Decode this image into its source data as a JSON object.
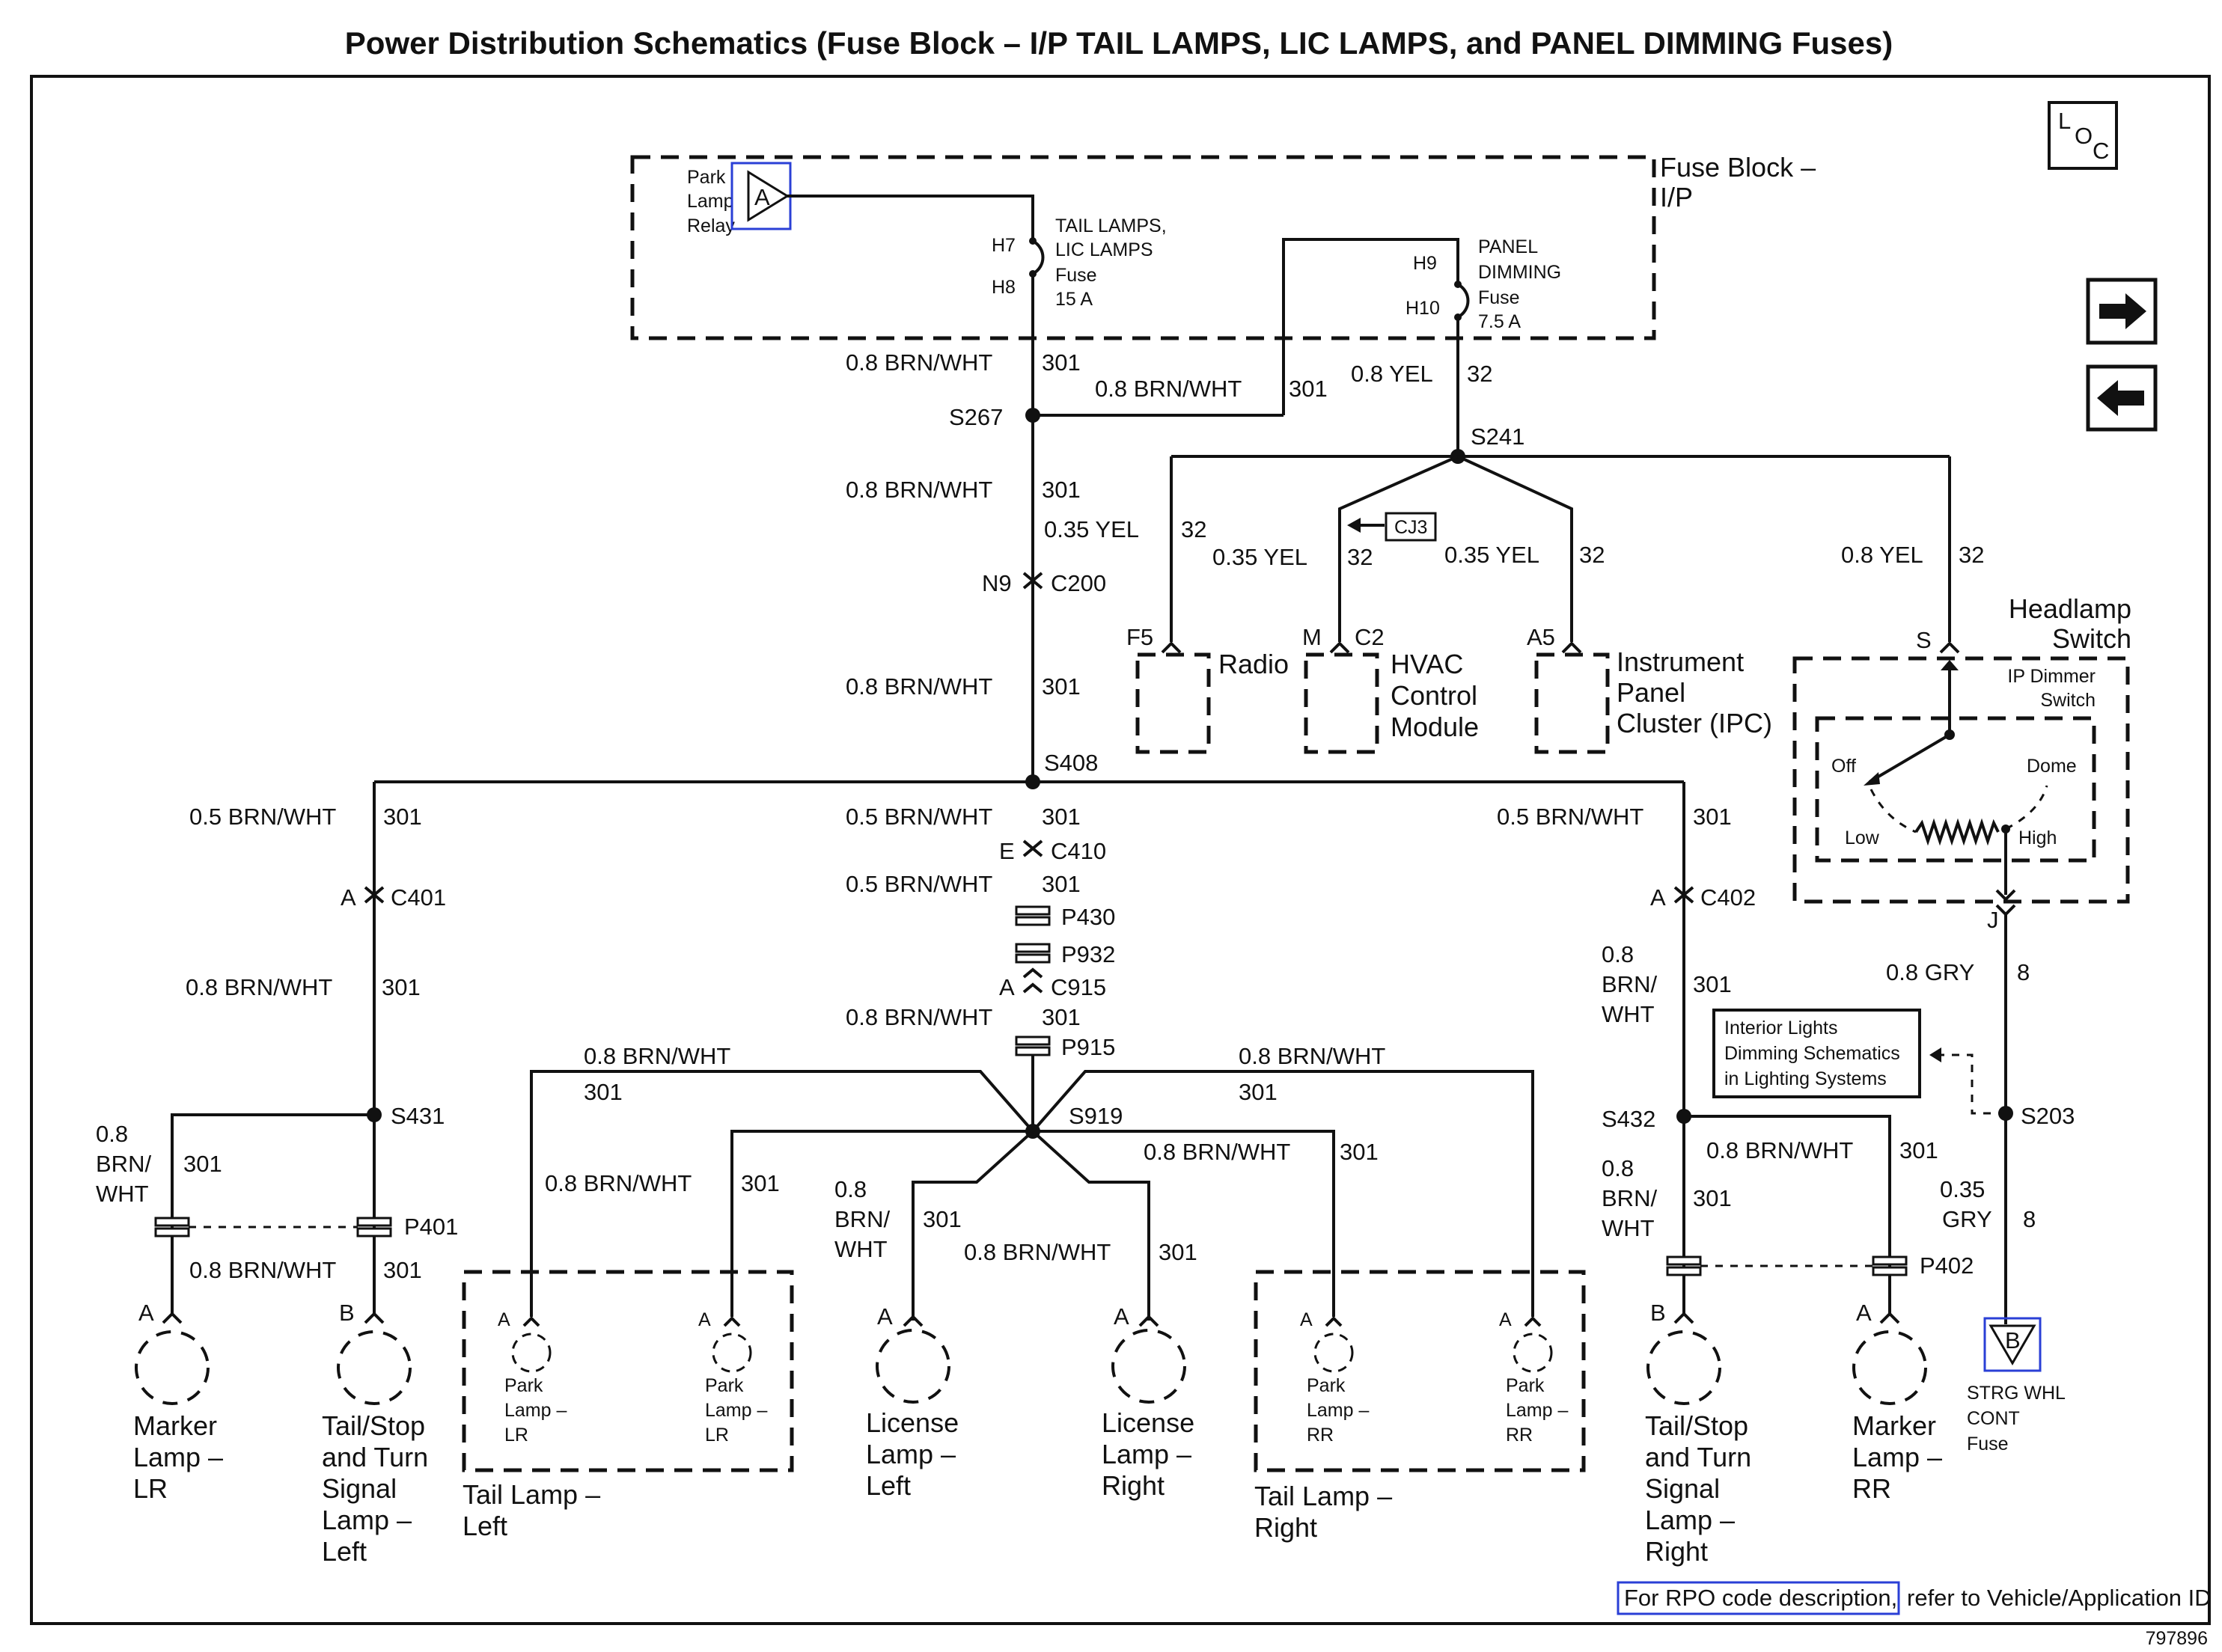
{
  "title": "Power Distribution Schematics (Fuse Block – I/P TAIL LAMPS, LIC LAMPS, and PANEL DIMMING Fuses)",
  "doc_number": "797896",
  "footer": {
    "link_text": "For RPO code description,",
    "rest_text": "refer to Vehicle/Application ID"
  },
  "nav": {
    "loc_icon": "loc-icon",
    "next_icon": "arrow-right-icon",
    "prev_icon": "arrow-left-icon"
  },
  "fuse_block": {
    "name_line1": "Fuse Block –",
    "name_line2": "I/P",
    "relay": {
      "label_line1": "Park",
      "label_line2": "Lamp",
      "label_line3": "Relay",
      "symbol": "A"
    },
    "tail_fuse": {
      "in_pin": "H7",
      "out_pin": "H8",
      "line1": "TAIL LAMPS,",
      "line2": "LIC LAMPS",
      "line3": "Fuse",
      "line4": "15 A"
    },
    "panel_fuse": {
      "in_pin": "H9",
      "out_pin": "H10",
      "line1": "PANEL",
      "line2": "DIMMING",
      "line3": "Fuse",
      "line4": "7.5 A"
    }
  },
  "wires": {
    "w_fuse_out": "0.8 BRN/WHT",
    "w_fuse_out_c": "301",
    "w_to_panel": "0.8 BRN/WHT",
    "w_to_panel_c": "301",
    "w_yel": "0.8 YEL",
    "w_yel_c": "32",
    "w_s267_down": "0.8 BRN/WHT",
    "w_s267_down_c": "301",
    "w_035yel": "0.35 YEL",
    "w_035yel_c": "32",
    "w_hvac": "0.35 YEL",
    "w_hvac_c": "32",
    "w_ipc": "0.35 YEL",
    "w_ipc_c": "32",
    "w_hl": "0.8 YEL",
    "w_hl_c": "32",
    "w_c200_down": "0.8 BRN/WHT",
    "w_c200_down_c": "301",
    "w_left": "0.5 BRN/WHT",
    "w_left_c": "301",
    "w_center": "0.5 BRN/WHT",
    "w_center_c": "301",
    "w_right": "0.5 BRN/WHT",
    "w_right_c": "301",
    "w_c410_down": "0.5 BRN/WHT",
    "w_c410_down_c": "301",
    "w_c915_down": "0.8 BRN/WHT",
    "w_c915_down_c": "301",
    "w_c401_down": "0.8 BRN/WHT",
    "w_c401_down_c": "301",
    "w_lr_marker_1": "0.8",
    "w_lr_marker_2": "BRN/",
    "w_lr_marker_3": "WHT",
    "w_lr_marker_c": "301",
    "w_p401_down": "0.8 BRN/WHT",
    "w_p401_down_c": "301",
    "w_tl_left_outer": "0.8 BRN/WHT",
    "w_tl_left_outer_c": "301",
    "w_tl_left_inner": "0.8 BRN/WHT",
    "w_tl_left_inner_c": "301",
    "w_lic_left_1": "0.8",
    "w_lic_left_2": "BRN/",
    "w_lic_left_3": "WHT",
    "w_lic_left_c": "301",
    "w_lic_right": "0.8 BRN/WHT",
    "w_lic_right_c": "301",
    "w_tl_right_inner": "0.8 BRN/WHT",
    "w_tl_right_inner_c": "301",
    "w_tl_right_outer": "0.8 BRN/WHT",
    "w_tl_right_outer_c": "301",
    "w_c402_1": "0.8",
    "w_c402_2": "BRN/",
    "w_c402_3": "WHT",
    "w_c402_c": "301",
    "w_s432_right": "0.8 BRN/WHT",
    "w_s432_right_c": "301",
    "w_s432_down_1": "0.8",
    "w_s432_down_2": "BRN/",
    "w_s432_down_3": "WHT",
    "w_s432_down_c": "301",
    "w_gry": "0.8 GRY",
    "w_gry_c": "8",
    "w_gry2_1": "0.35",
    "w_gry2_2": "GRY",
    "w_gry2_c": "8"
  },
  "splices": {
    "s267": "S267",
    "s241": "S241",
    "s408": "S408",
    "s431": "S431",
    "s919": "S919",
    "s432": "S432",
    "s203": "S203"
  },
  "connectors": {
    "c200_pin": "N9",
    "c200": "C200",
    "c410_pin": "E",
    "c410": "C410",
    "p430": "P430",
    "p932": "P932",
    "c915_pin": "A",
    "c915": "C915",
    "p915": "P915",
    "c401_pin": "A",
    "c401": "C401",
    "p401": "P401",
    "c402_pin": "A",
    "c402": "C402",
    "p402": "P402",
    "radio_pin": "F5",
    "hvac_pin": "M",
    "hvac_conn": "C2",
    "ipc_pin": "A5",
    "hl_pin_s": "S",
    "hl_pin_j": "J",
    "cj3": "CJ3"
  },
  "modules": {
    "radio": "Radio",
    "hvac_1": "HVAC",
    "hvac_2": "Control",
    "hvac_3": "Module",
    "ipc_1": "Instrument",
    "ipc_2": "Panel",
    "ipc_3": "Cluster (IPC)"
  },
  "headlamp": {
    "title_1": "Headlamp",
    "title_2": "Switch",
    "sub_1": "IP Dimmer",
    "sub_2": "Switch",
    "off": "Off",
    "dome": "Dome",
    "low": "Low",
    "high": "High"
  },
  "ref_box": {
    "line1": "Interior Lights",
    "line2": "Dimming Schematics",
    "line3": "in Lighting Systems"
  },
  "lamps": {
    "marker_lr": {
      "pin": "A",
      "l1": "Marker",
      "l2": "Lamp –",
      "l3": "LR"
    },
    "tailstop_left": {
      "pin": "B",
      "l1": "Tail/Stop",
      "l2": "and Turn",
      "l3": "Signal",
      "l4": "Lamp –",
      "l5": "Left"
    },
    "tail_left": {
      "l1": "Tail Lamp –",
      "l2": "Left",
      "a": {
        "pin": "A",
        "l1": "Park",
        "l2": "Lamp –",
        "l3": "LR"
      },
      "b": {
        "pin": "A",
        "l1": "Park",
        "l2": "Lamp –",
        "l3": "LR"
      }
    },
    "license_left": {
      "pin": "A",
      "l1": "License",
      "l2": "Lamp –",
      "l3": "Left"
    },
    "license_right": {
      "pin": "A",
      "l1": "License",
      "l2": "Lamp –",
      "l3": "Right"
    },
    "tail_right": {
      "l1": "Tail Lamp –",
      "l2": "Right",
      "a": {
        "pin": "A",
        "l1": "Park",
        "l2": "Lamp –",
        "l3": "RR"
      },
      "b": {
        "pin": "A",
        "l1": "Park",
        "l2": "Lamp –",
        "l3": "RR"
      }
    },
    "tailstop_right": {
      "pin": "B",
      "l1": "Tail/Stop",
      "l2": "and Turn",
      "l3": "Signal",
      "l4": "Lamp –",
      "l5": "Right"
    },
    "marker_rr": {
      "pin": "A",
      "l1": "Marker",
      "l2": "Lamp –",
      "l3": "RR"
    }
  },
  "strg_whl": {
    "symbol": "B",
    "l1": "STRG WHL",
    "l2": "CONT",
    "l3": "Fuse"
  }
}
